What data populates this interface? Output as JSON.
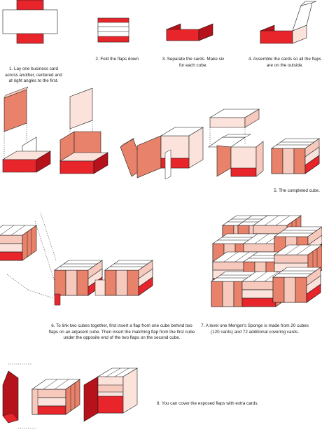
{
  "colors": {
    "red": "#e8252b",
    "dark_red": "#b5121b",
    "salmon": "#e9826a",
    "light_pink": "#f7c9bd",
    "pale_pink": "#fbe3dc",
    "outline": "#1a1a1a",
    "dotted": "#333333"
  },
  "captions": {
    "step1": "1. Lay one business card across another, centered and at right angles to the first.",
    "step2": "2. Fold the flaps down.",
    "step3": "3. Separate the cards. Make six for each cube.",
    "step4": "4. Assemble the cards so all the flaps are on the outside.",
    "step5": "5. The completed cube.",
    "step6": "6. To link two cubes together, first insert a flap from one cube behind two flaps on an adjacent cube. Then insert the matching flap from the first cube under the opposite end of the two flaps on the second cube.",
    "step7": "7. A level one Menger's Sponge is made from 20 cubes (120 cards) and 72 additional covering cards.",
    "step8": "8. You can cover the exposed flaps with extra cards."
  }
}
